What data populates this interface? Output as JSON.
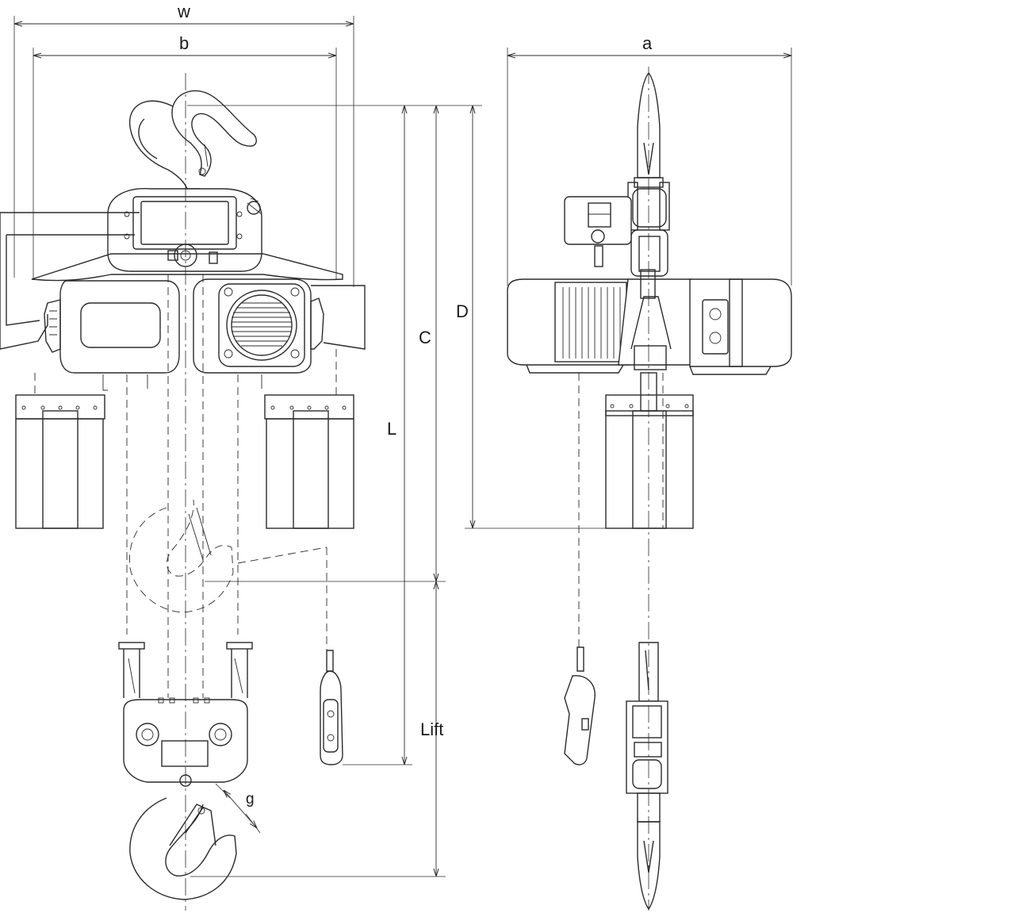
{
  "labels": {
    "w": "w",
    "b": "b",
    "a": "a",
    "c": "C",
    "d": "D",
    "l": "L",
    "lift": "Lift",
    "g": "g"
  }
}
